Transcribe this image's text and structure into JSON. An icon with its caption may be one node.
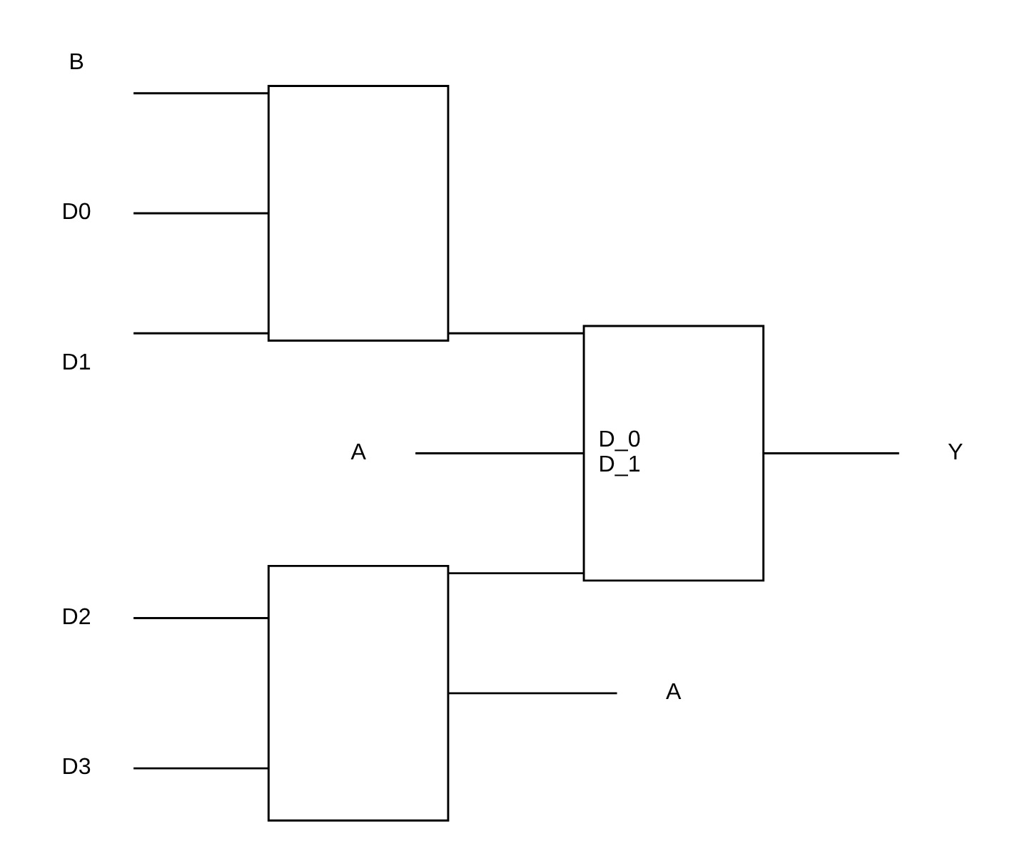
{
  "diagram": {
    "nodes": [
      {
        "text": [
          "B"
        ]
      },
      {
        "text": [],
        "shape": "box"
      },
      {
        "text": [
          "D0"
        ]
      },
      {
        "text": [
          "D1"
        ]
      },
      {
        "text": [
          "A"
        ]
      },
      {
        "text": [
          "D_0",
          "D_1"
        ]
      },
      {
        "text": [
          "Y"
        ]
      },
      {
        "text": [
          "D2"
        ]
      },
      {
        "text": [],
        "shape": "box"
      },
      {
        "text": [
          "D3"
        ]
      },
      {
        "text": [
          "A"
        ]
      }
    ],
    "edges": [
      {
        "from": 0,
        "to": 1,
        "arrow": "none"
      },
      {
        "from": 2,
        "to": 1,
        "arrow": "none"
      },
      {
        "from": 3,
        "to": 1,
        "arrow": "none"
      },
      {
        "from": 1,
        "to": 5,
        "arrow": "none"
      },
      {
        "from": 8,
        "to": 5,
        "arrow": "none"
      },
      {
        "from": 4,
        "to": 5,
        "arrow": "none"
      },
      {
        "from": 5,
        "to": 6,
        "arrow": "none"
      },
      {
        "from": 7,
        "to": 8,
        "arrow": "none"
      },
      {
        "from": 9,
        "to": 8,
        "arrow": "none"
      },
      {
        "from": 8,
        "to": 10,
        "arrow": "none"
      }
    ]
  }
}
